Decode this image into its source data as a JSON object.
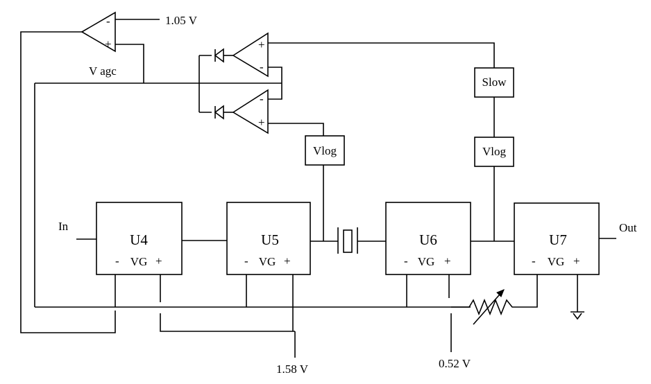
{
  "amplifiers": [
    {
      "id": "U4",
      "name": "U4",
      "vg": "VG",
      "minus": "-",
      "plus": "+"
    },
    {
      "id": "U5",
      "name": "U5",
      "vg": "VG",
      "minus": "-",
      "plus": "+"
    },
    {
      "id": "U6",
      "name": "U6",
      "vg": "VG",
      "minus": "-",
      "plus": "+"
    },
    {
      "id": "U7",
      "name": "U7",
      "vg": "VG",
      "minus": "-",
      "plus": "+"
    }
  ],
  "blocks": {
    "vlog_left": "Vlog",
    "vlog_right": "Vlog",
    "slow": "Slow"
  },
  "labels": {
    "input": "In",
    "output": "Out",
    "v_agc": "V agc",
    "ref_top": "1.05 V",
    "ref_mid": "1.58 V",
    "ref_right": "0.52 V"
  },
  "opamps": [
    {
      "id": "agc-opamp",
      "minus": "-",
      "plus": "+"
    },
    {
      "id": "upper-opamp",
      "minus": "-",
      "plus": "+"
    },
    {
      "id": "lower-opamp",
      "minus": "-",
      "plus": "+"
    }
  ]
}
